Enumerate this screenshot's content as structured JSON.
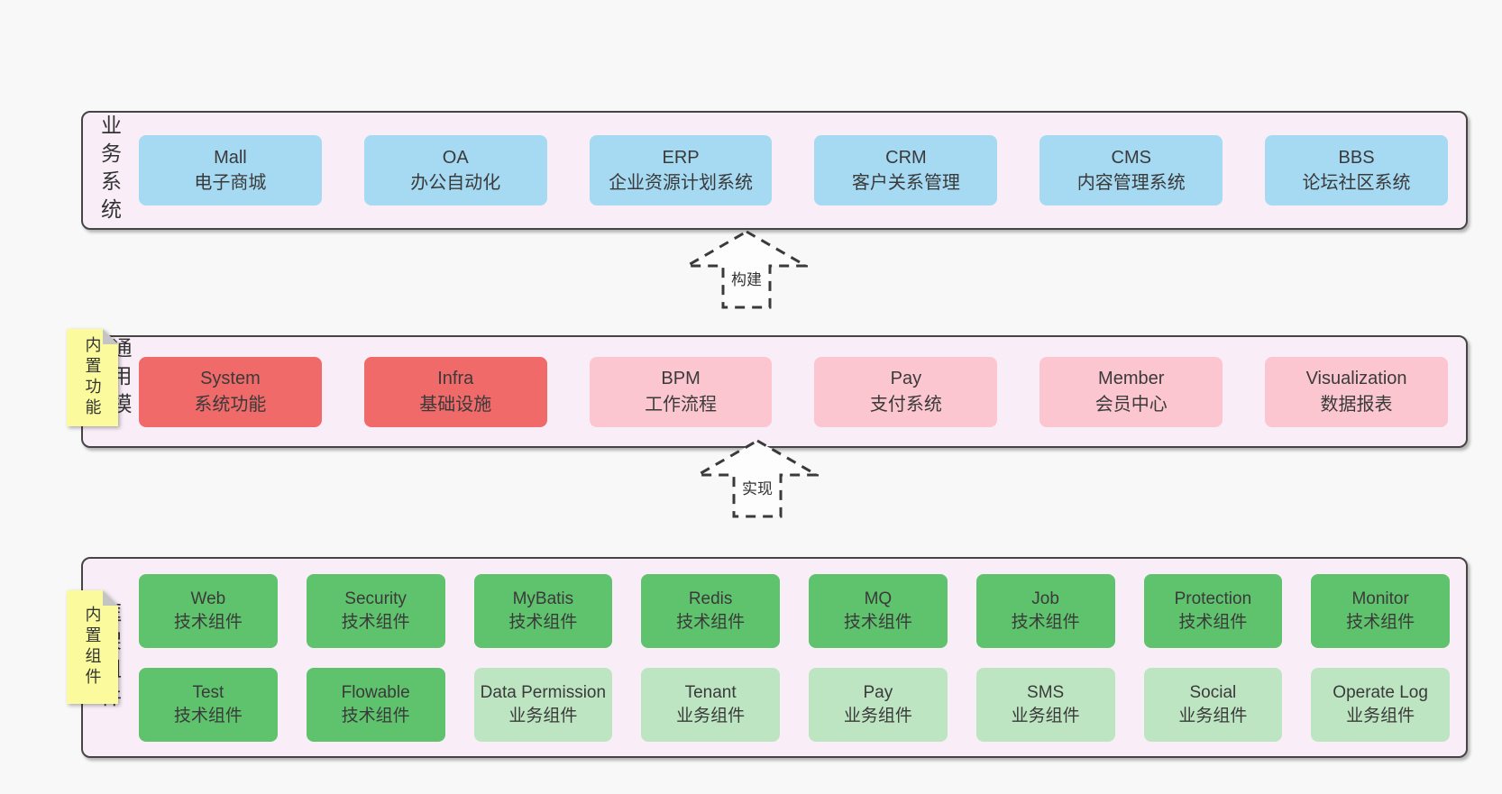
{
  "colors": {
    "page_bg": "#f8f8f8",
    "panel_bg": "#f9eef7",
    "panel_border": "#454545",
    "blue": "#a6d9f2",
    "red": "#f16a6a",
    "pink": "#fbc6cf",
    "green": "#5fc36d",
    "light_green": "#bee5c2",
    "sticky_yellow": "#fbfb9e",
    "fold_gray": "#c4c4c4",
    "text": "#3a3a3a"
  },
  "layers": {
    "business": {
      "label": "业务系统",
      "boxes": [
        {
          "name": "Mall",
          "desc": "电子商城"
        },
        {
          "name": "OA",
          "desc": "办公自动化"
        },
        {
          "name": "ERP",
          "desc": "企业资源计划系统"
        },
        {
          "name": "CRM",
          "desc": "客户关系管理"
        },
        {
          "name": "CMS",
          "desc": "内容管理系统"
        },
        {
          "name": "BBS",
          "desc": "论坛社区系统"
        }
      ]
    },
    "modules": {
      "label": "通用模块",
      "sticky_note": "内置功能",
      "boxes": [
        {
          "name": "System",
          "desc": "系统功能"
        },
        {
          "name": "Infra",
          "desc": "基础设施"
        },
        {
          "name": "BPM",
          "desc": "工作流程"
        },
        {
          "name": "Pay",
          "desc": "支付系统"
        },
        {
          "name": "Member",
          "desc": "会员中心"
        },
        {
          "name": "Visualization",
          "desc": "数据报表"
        }
      ]
    },
    "components": {
      "label": "框架组件",
      "sticky_note": "内置组件",
      "row1": [
        {
          "name": "Web",
          "desc": "技术组件"
        },
        {
          "name": "Security",
          "desc": "技术组件"
        },
        {
          "name": "MyBatis",
          "desc": "技术组件"
        },
        {
          "name": "Redis",
          "desc": "技术组件"
        },
        {
          "name": "MQ",
          "desc": "技术组件"
        },
        {
          "name": "Job",
          "desc": "技术组件"
        },
        {
          "name": "Protection",
          "desc": "技术组件"
        },
        {
          "name": "Monitor",
          "desc": "技术组件"
        }
      ],
      "row2": [
        {
          "name": "Test",
          "desc": "技术组件"
        },
        {
          "name": "Flowable",
          "desc": "技术组件"
        },
        {
          "name": "Data Permission",
          "desc": "业务组件"
        },
        {
          "name": "Tenant",
          "desc": "业务组件"
        },
        {
          "name": "Pay",
          "desc": "业务组件"
        },
        {
          "name": "SMS",
          "desc": "业务组件"
        },
        {
          "name": "Social",
          "desc": "业务组件"
        },
        {
          "name": "Operate Log",
          "desc": "业务组件"
        }
      ]
    }
  },
  "arrows": [
    {
      "label": "构建"
    },
    {
      "label": "实现"
    }
  ]
}
